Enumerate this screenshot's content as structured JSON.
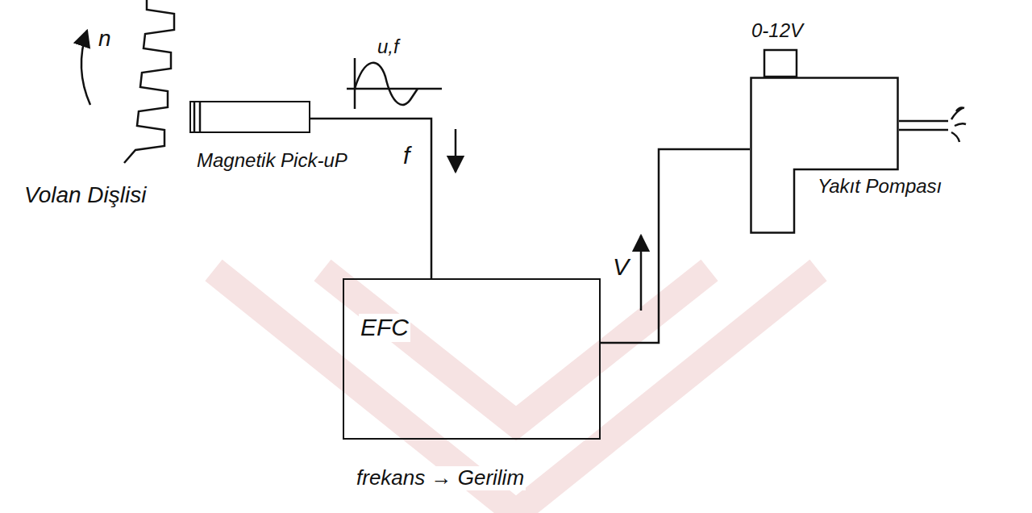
{
  "diagram": {
    "caption": "frekans → Gerilim",
    "nodes": [
      {
        "text": [
          "Magnetik Pick-uP"
        ]
      },
      {
        "text": [
          "EFC"
        ]
      },
      {
        "text": [
          "Yakıt Pompası"
        ]
      }
    ],
    "edges": [
      {
        "from": 0,
        "to": 1,
        "arrow": "none",
        "label": "f"
      },
      {
        "from": 1,
        "to": 2,
        "arrow": "none",
        "label": "V"
      }
    ],
    "labels": [
      "n",
      "u,f",
      "0-12V",
      "Volan Dişlisi"
    ]
  }
}
